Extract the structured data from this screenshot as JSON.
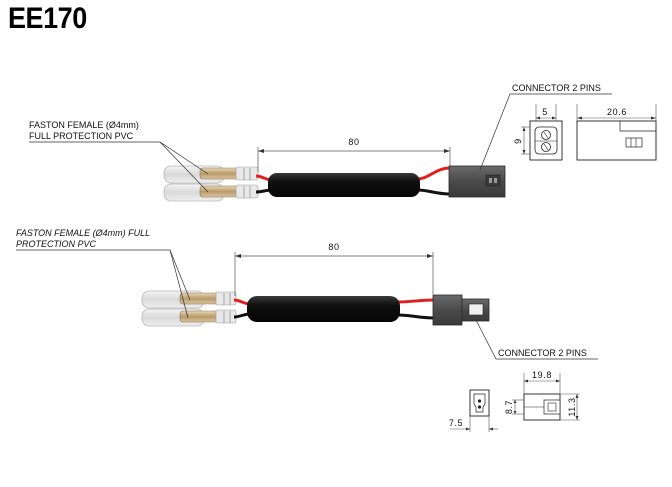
{
  "title": "EE170",
  "top_assembly": {
    "faston_label_line1": "FASTON FEMALE (Ø4mm)",
    "faston_label_line2": "FULL PROTECTION PVC",
    "length_dim": "80",
    "connector_label": "CONNECTOR 2 PINS",
    "dims": {
      "width_small": "5",
      "height": "9",
      "length": "20.6"
    }
  },
  "bottom_assembly": {
    "faston_label_line1": "FASTON FEMALE (Ø4mm) FULL",
    "faston_label_line2": "PROTECTION PVC",
    "length_dim": "80",
    "connector_label": "CONNECTOR 2 PINS",
    "dims": {
      "length": "19.8",
      "height_inner": "8.7",
      "height_outer": "11.3",
      "width": "7.5"
    }
  },
  "colors": {
    "wire_red": "#e02020",
    "wire_black": "#111111",
    "sleeve": "#141414",
    "connector": "#4a4a4a",
    "pvc": "#e6e6e6"
  }
}
